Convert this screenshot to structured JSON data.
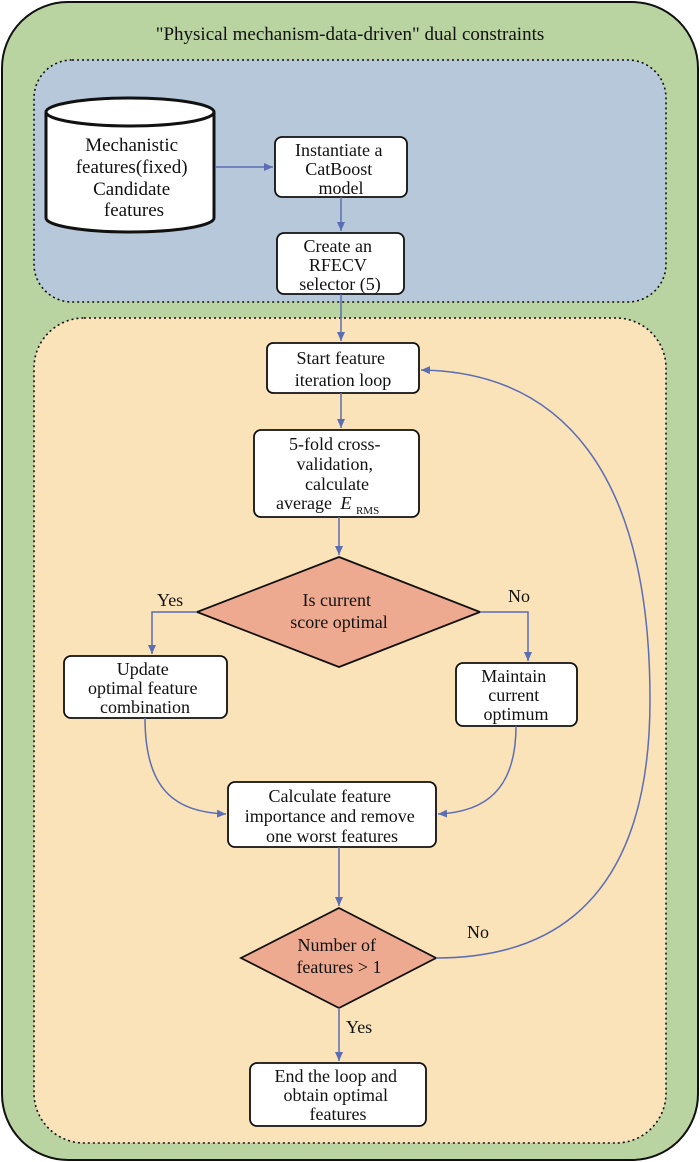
{
  "title": "\"Physical mechanism-data-driven\" dual constraints",
  "colors": {
    "outer_bg": "#b9d3a1",
    "top_panel_bg": "#b7c8da",
    "bottom_panel_bg": "#fbe3b9",
    "box_fill": "#ffffff",
    "diamond_fill": "#eeaa90",
    "arrow": "#5b6db3",
    "stroke": "#111111"
  },
  "nodes": {
    "database": {
      "lines": [
        "Mechanistic",
        "features(fixed)",
        "Candidate",
        "features"
      ]
    },
    "instantiate": {
      "lines": [
        "Instantiate a",
        "CatBoost",
        "model"
      ]
    },
    "rfecv": {
      "lines": [
        "Create an",
        "RFECV",
        "selector (5)"
      ]
    },
    "start_loop": {
      "lines": [
        "Start feature",
        "iteration loop"
      ]
    },
    "cross_validation": {
      "lines": [
        "5-fold cross-",
        "validation,",
        "calculate",
        "average"
      ],
      "symbol": "E",
      "subscript": "RMS"
    },
    "decision_optimal": {
      "lines": [
        "Is current",
        "score optimal"
      ]
    },
    "update_optimal": {
      "lines": [
        "Update",
        "optimal feature",
        "combination"
      ]
    },
    "maintain_optimum": {
      "lines": [
        "Maintain",
        "current",
        "optimum"
      ]
    },
    "calc_importance": {
      "lines": [
        "Calculate feature",
        "importance and remove",
        "one worst features"
      ]
    },
    "decision_count": {
      "lines": [
        "Number of",
        "features > 1"
      ]
    },
    "end_loop": {
      "lines": [
        "End the loop and",
        "obtain optimal",
        "features"
      ]
    }
  },
  "edge_labels": {
    "yes_left": "Yes",
    "no_right": "No",
    "no_loop": "No",
    "yes_down": "Yes"
  }
}
